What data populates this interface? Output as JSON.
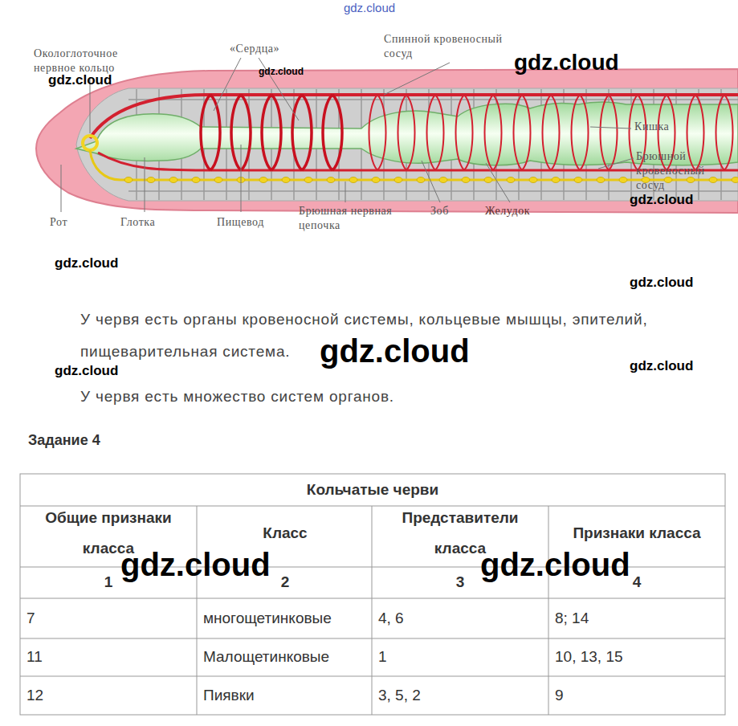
{
  "diagram": {
    "labels": [
      "gdz.cloud",
      "Окологлоточное нервное кольцо",
      "gdz.cloud",
      "«Сердца»",
      "gdz.cloud",
      "Спинной кровеносный сосуд",
      "gdz.cloud",
      "Кишка",
      "Брюшной кровеносный сосуд",
      "gdz.cloud",
      "Рот",
      "Глотка",
      "Пищевод",
      "Брюшная нервная цепочка",
      "Зоб",
      "Желудок",
      "gdz.cloud",
      "gdz.cloud",
      "У червя есть органы кровеносной системы, кольцевые мышцы, эпителий, пищеварительная система.",
      "gdz.cloud",
      "gdz.cloud",
      "gdz.cloud",
      "У червя есть множество систем органов.",
      "Задание 4",
      "Кольчатые черви",
      "Общие признаки класса",
      "Класс",
      "Представители класса",
      "Признаки класса",
      "1",
      "2",
      "3",
      "4",
      "gdz.cloud",
      "gdz.cloud",
      "7",
      "многощетинковые",
      "4, 6",
      "8; 14",
      "11",
      "Малощетинковые",
      "1",
      "10, 13, 15",
      "12",
      "Пиявки",
      "3, 5, 2",
      "9"
    ]
  }
}
